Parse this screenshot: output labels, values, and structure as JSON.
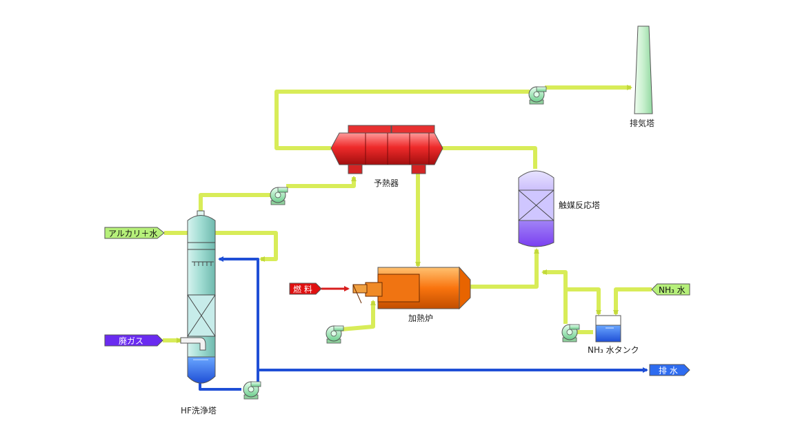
{
  "title": "",
  "equipment": {
    "stack": "排気塔",
    "preheater": "予熱器",
    "catalyst_tower": "触媒反応塔",
    "heating_furnace": "加熱炉",
    "nh3_tank": "NH₃ 水タンク",
    "hf_scrubber": "HF洗浄塔"
  },
  "streams": {
    "alkali_water": "アルカリ＋水",
    "fuel": "燃 料",
    "waste_gas": "廃ガス",
    "nh3_water": "NH₃ 水",
    "drain": "排 水"
  },
  "colors": {
    "gas_line": "#d8ec58",
    "water_line": "#1f4fd6",
    "fuel_line": "#d81e1e",
    "alkali_tag": "#b6f07a",
    "fuel_tag": "#e01010",
    "waste_gas_tag": "#6a2bf0",
    "nh3_tag": "#b6f07a",
    "drain_tag": "#2e6cf0",
    "preheater": "#ea2f2f",
    "furnace": "#f97a10",
    "catalyst": "#8a5cf0",
    "scrubber": "#8fd3c8",
    "stack": "#c8f2cf",
    "pump": "#6fcf8e"
  },
  "icons": [
    "fan-icon",
    "pump-icon"
  ]
}
